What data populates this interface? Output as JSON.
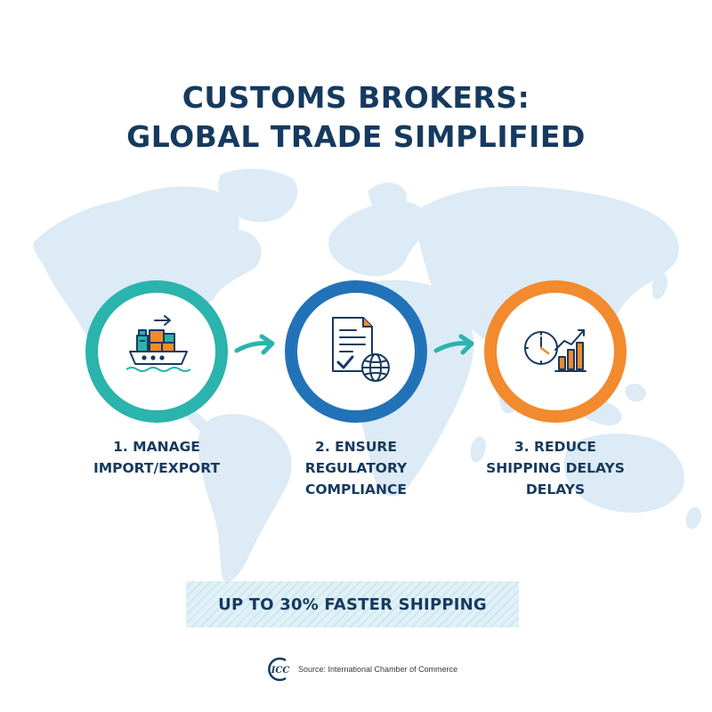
{
  "title": {
    "line1": "CUSTOMS BROKERS:",
    "line2": "GLOBAL TRADE SIMPLIFIED"
  },
  "steps": [
    {
      "line1": "1. MANAGE",
      "line2": "IMPORT/EXPORT",
      "line3": "",
      "icon": "cargo-ship-icon",
      "color": "#2bb3ad"
    },
    {
      "line1": "2. ENSURE",
      "line2": "REGULATORY",
      "line3": "COMPLIANCE",
      "icon": "document-globe-icon",
      "color": "#2272b8"
    },
    {
      "line1": "3. REDUCE",
      "line2": "SHIPPING DELAYS",
      "line3": "DELAYS",
      "icon": "clock-chart-icon",
      "color": "#f28a2e"
    }
  ],
  "banner": {
    "text": "UP TO 30% FASTER SHIPPING"
  },
  "footer": {
    "logo_text": "ICC",
    "source": "Source: International Chamber of Commerce"
  },
  "colors": {
    "navy": "#163a5f",
    "teal": "#2bb3ad",
    "blue": "#2272b8",
    "orange": "#f28a2e",
    "map": "#dcebf5"
  }
}
